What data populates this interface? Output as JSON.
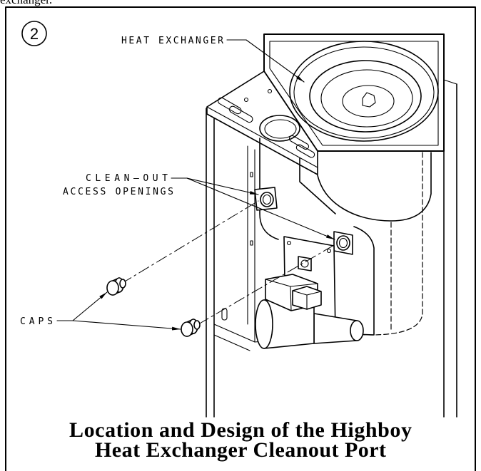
{
  "page": {
    "header_fragment": "exchanger."
  },
  "figure": {
    "number": "2",
    "labels": {
      "heat_exchanger": "HEAT EXCHANGER",
      "clean_out_line1": "CLEAN—OUT",
      "clean_out_line2": "ACCESS OPENINGS",
      "caps": "CAPS"
    },
    "caption": {
      "line1": "Location and Design of the Highboy",
      "line2": "Heat Exchanger Cleanout Port"
    }
  },
  "colors": {
    "ink": "#000000",
    "paper": "#ffffff"
  }
}
